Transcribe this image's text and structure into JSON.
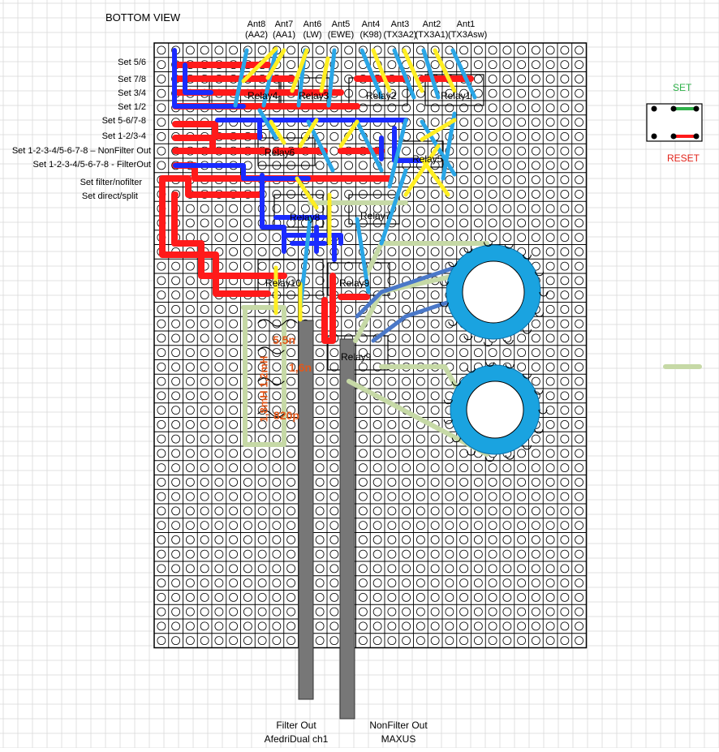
{
  "title": "BOTTOM VIEW",
  "antennas": [
    {
      "name": "Ant8",
      "sub": "(AA2)"
    },
    {
      "name": "Ant7",
      "sub": "(AA1)"
    },
    {
      "name": "Ant6",
      "sub": "(LW)"
    },
    {
      "name": "Ant5",
      "sub": "(EWE)"
    },
    {
      "name": "Ant4",
      "sub": "(K98)"
    },
    {
      "name": "Ant3",
      "sub": "(TX3A2)"
    },
    {
      "name": "Ant2",
      "sub": "(TX3A1)"
    },
    {
      "name": "Ant1",
      "sub": "(TX3Asw)"
    }
  ],
  "left_labels": [
    "Set 5/6",
    "Set 7/8",
    "Set 3/4",
    "Set 1/2",
    "Set 5-6/7-8",
    "Set 1-2/3-4",
    "Set 1-2-3-4/5-6-7-8 – NonFilter Out",
    "Set 1-2-3-4/5-6-7-8 - FilterOut",
    "Set filter/nofilter",
    "Set direct/split"
  ],
  "relays": [
    "Relay4",
    "Relay3",
    "Relay2",
    "Relay1",
    "Relay6",
    "Relay5",
    "Relay8",
    "Relay7",
    "Relay10",
    "Relay9",
    "Relay9"
  ],
  "components": {
    "l1": "5,5n",
    "l2": "1,6n",
    "c1": "820p",
    "inductor": "1,8mH 1,2mH"
  },
  "legend": {
    "set": "SET",
    "reset": "RESET"
  },
  "outputs": {
    "filter": {
      "line1": "Filter Out",
      "line2": "AfedriDual ch1"
    },
    "nonfilter": {
      "line1": "NonFilter Out",
      "line2": "MAXUS"
    }
  },
  "colors": {
    "red": "#ff1a1a",
    "blue": "#1a2bff",
    "yellow": "#ffee22",
    "lightblue": "#2aa6e6",
    "sage": "#c6d9a6",
    "toroid": "#1aa3e0",
    "steelblue": "#4a78c8",
    "gray": "#777777"
  }
}
